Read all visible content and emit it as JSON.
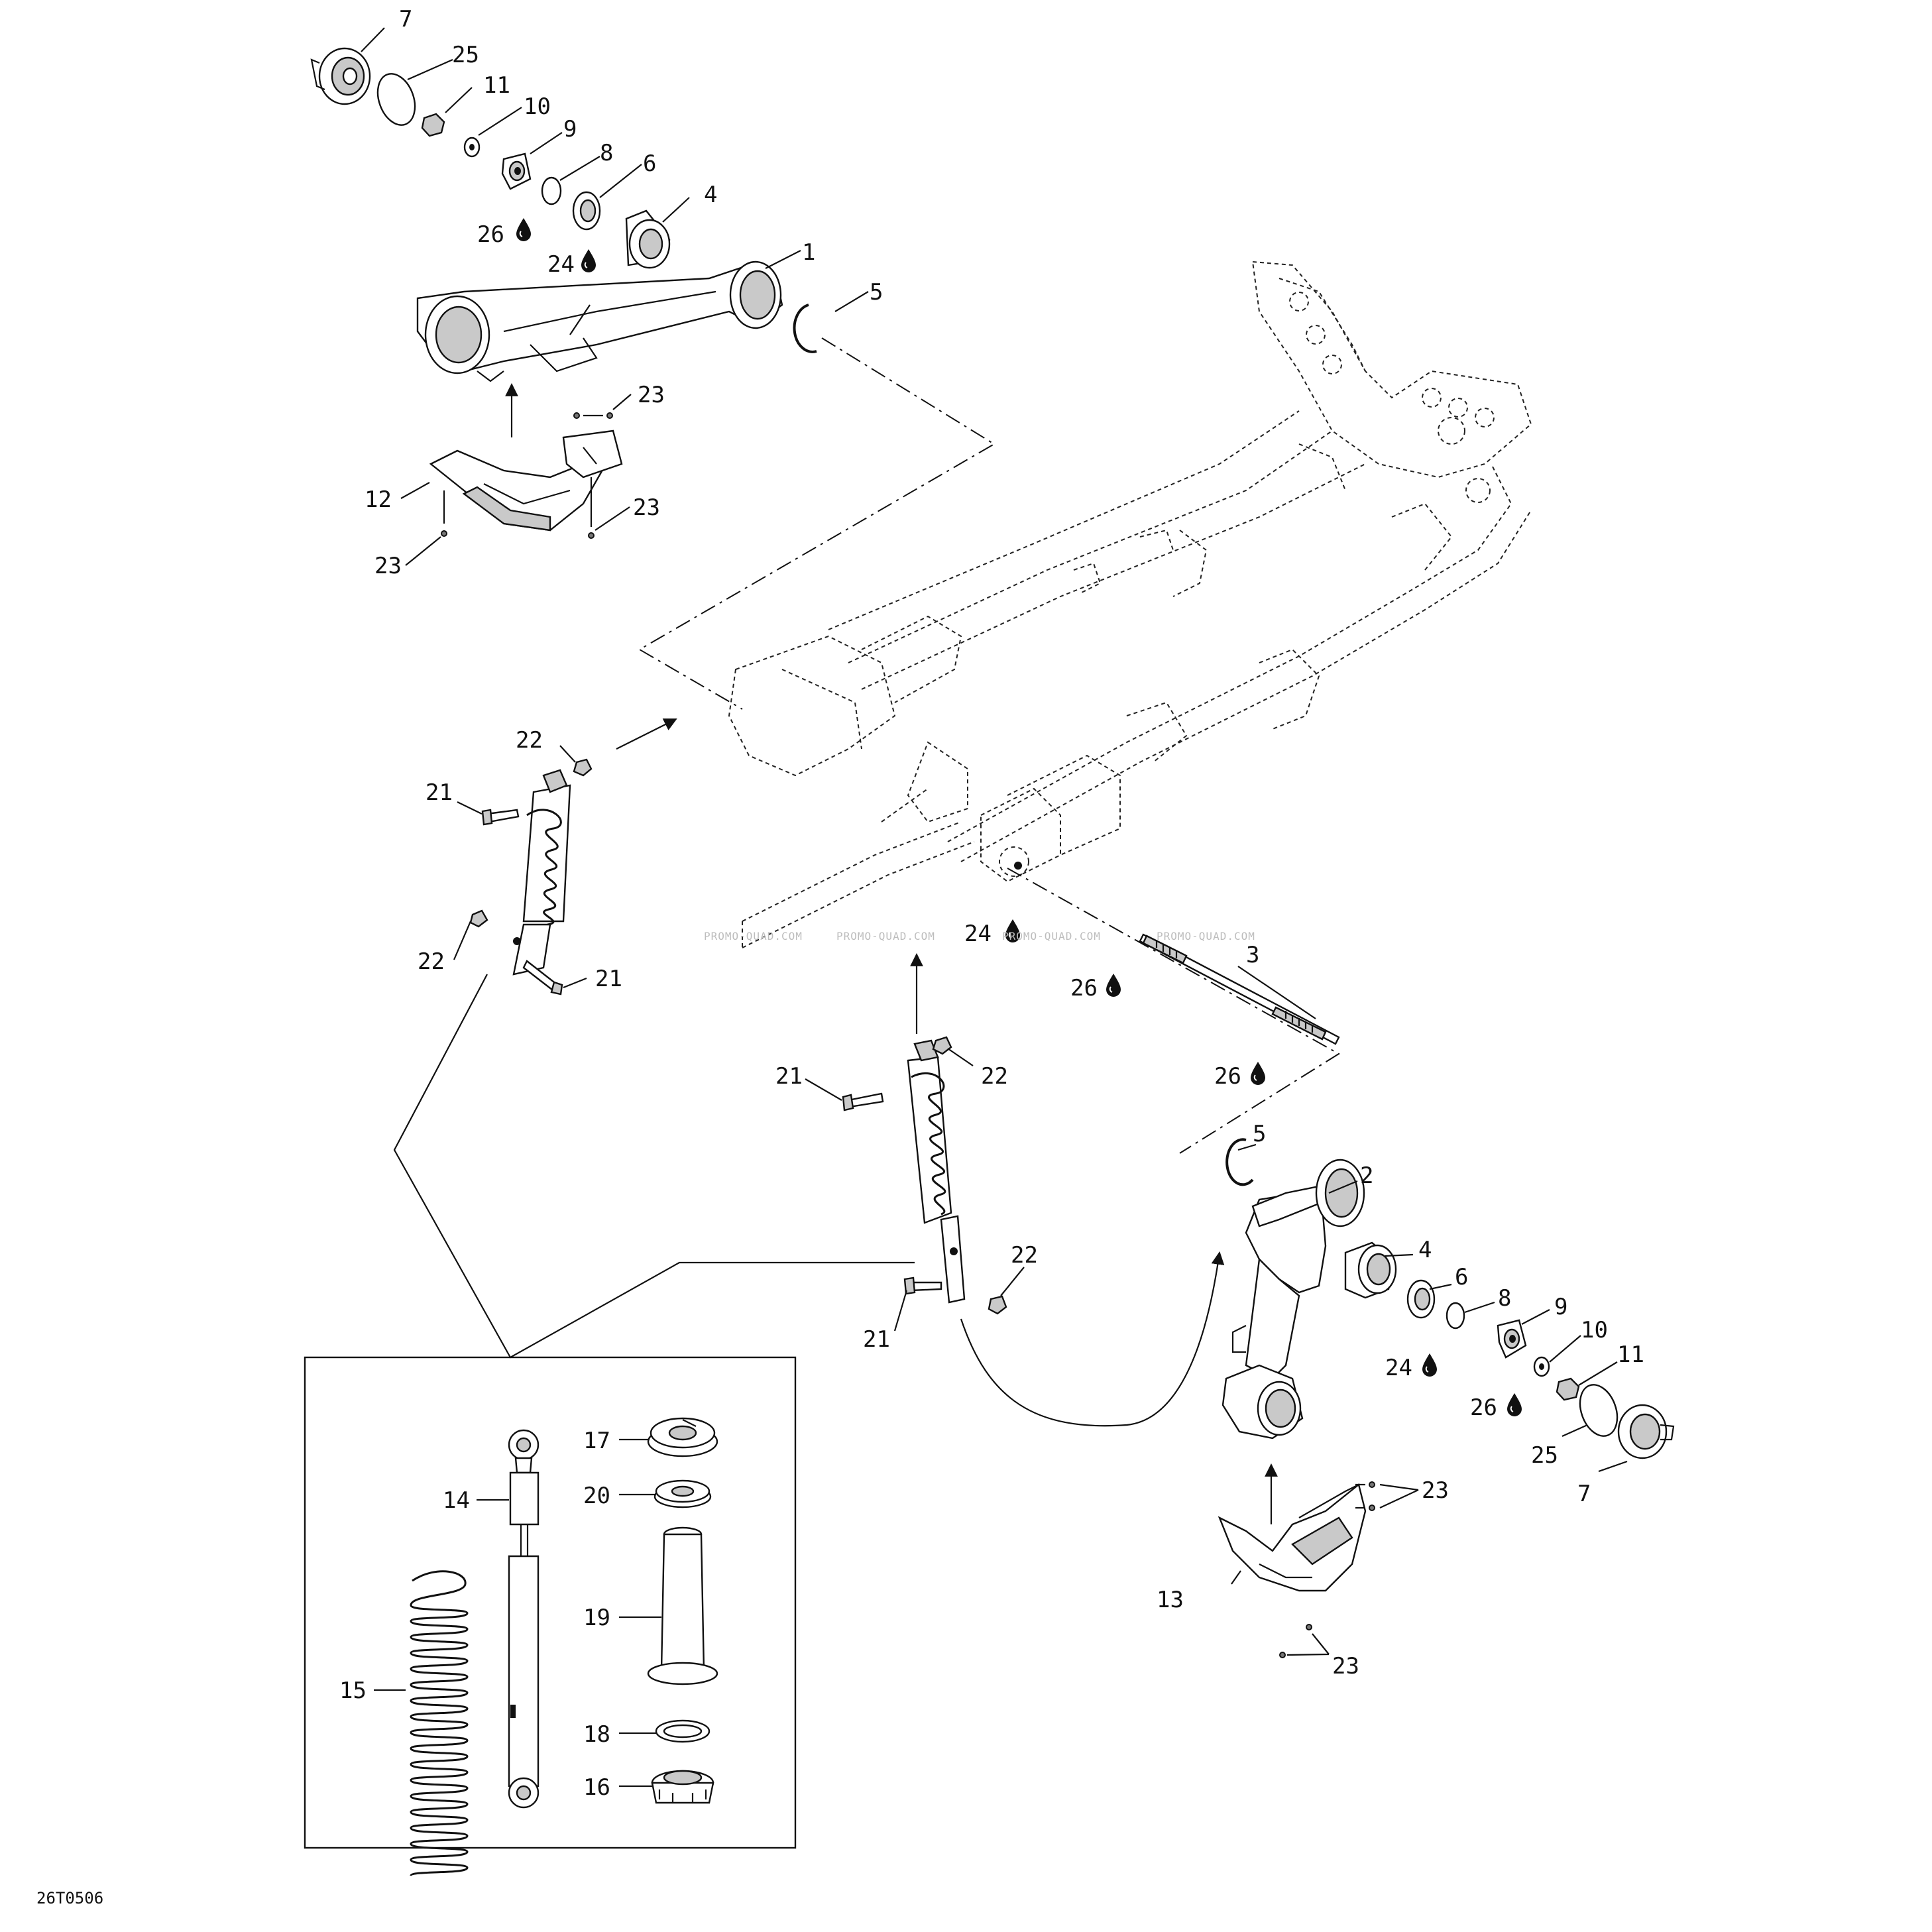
{
  "figure_code": "26T0506",
  "watermark_text": "PROMO-QUAD.COM",
  "callouts": {
    "c7a": "7",
    "c25a": "25",
    "c11a": "11",
    "c10a": "10",
    "c9a": "9",
    "c8a": "8",
    "c6a": "6",
    "c26a": "26",
    "c4a": "4",
    "c24a": "24",
    "c1": "1",
    "c5a": "5",
    "c23a": "23",
    "c12": "12",
    "c23b": "23",
    "c23c": "23",
    "c22a": "22",
    "c21a": "21",
    "c22b": "22",
    "c21b": "21",
    "c24b": "24",
    "c3": "3",
    "c26b": "26",
    "c26c": "26",
    "c21c": "21",
    "c22c": "22",
    "c22d": "22",
    "c21d": "21",
    "c5b": "5",
    "c2": "2",
    "c4b": "4",
    "c6b": "6",
    "c8b": "8",
    "c9b": "9",
    "c10b": "10",
    "c11b": "11",
    "c24c": "24",
    "c26d": "26",
    "c25b": "25",
    "c7b": "7",
    "c23d": "23",
    "c13": "13",
    "c23e": "23",
    "c17": "17",
    "c14": "14",
    "c20": "20",
    "c19": "19",
    "c15": "15",
    "c18": "18",
    "c16": "16"
  },
  "icons": [
    "grease-drop-icon"
  ]
}
